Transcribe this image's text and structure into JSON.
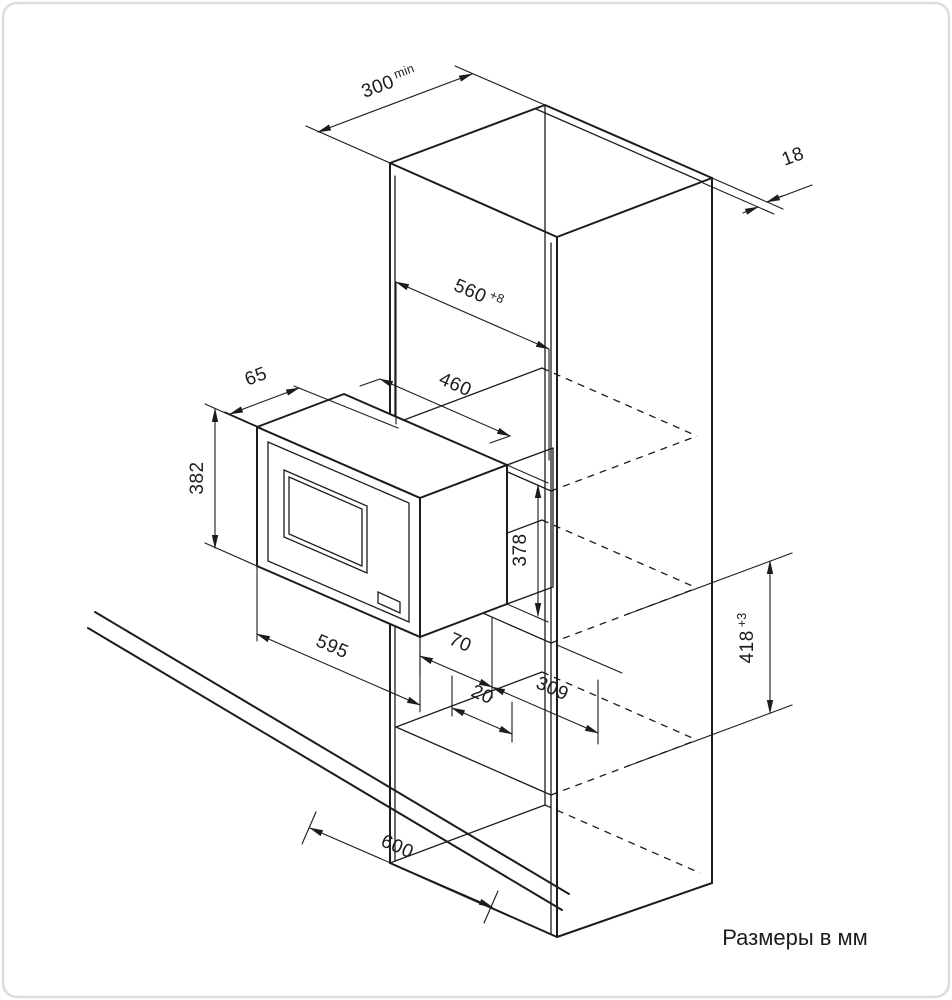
{
  "footer": {
    "units": "Размеры в мм"
  },
  "colors": {
    "line": "#1c1c1c",
    "background": "#ffffff",
    "border": "#dcdcdc"
  },
  "diagram_type": "built-in-microwave-installation-drawing",
  "dimensions": {
    "top_depth": {
      "value": "300",
      "sup": "min"
    },
    "panel_thickness": {
      "value": "18",
      "sup": ""
    },
    "niche_width": {
      "value": "560",
      "sup": "+8"
    },
    "frame_offset": {
      "value": "65",
      "sup": ""
    },
    "body_width": {
      "value": "460",
      "sup": ""
    },
    "appliance_height": {
      "value": "382",
      "sup": ""
    },
    "body_height": {
      "value": "378",
      "sup": ""
    },
    "appliance_width": {
      "value": "595",
      "sup": ""
    },
    "side_gap": {
      "value": "70",
      "sup": ""
    },
    "body_depth": {
      "value": "309",
      "sup": ""
    },
    "rear_gap": {
      "value": "20",
      "sup": ""
    },
    "niche_height": {
      "value": "418",
      "sup": "+3"
    },
    "cabinet_width": {
      "value": "600",
      "sup": ""
    }
  }
}
